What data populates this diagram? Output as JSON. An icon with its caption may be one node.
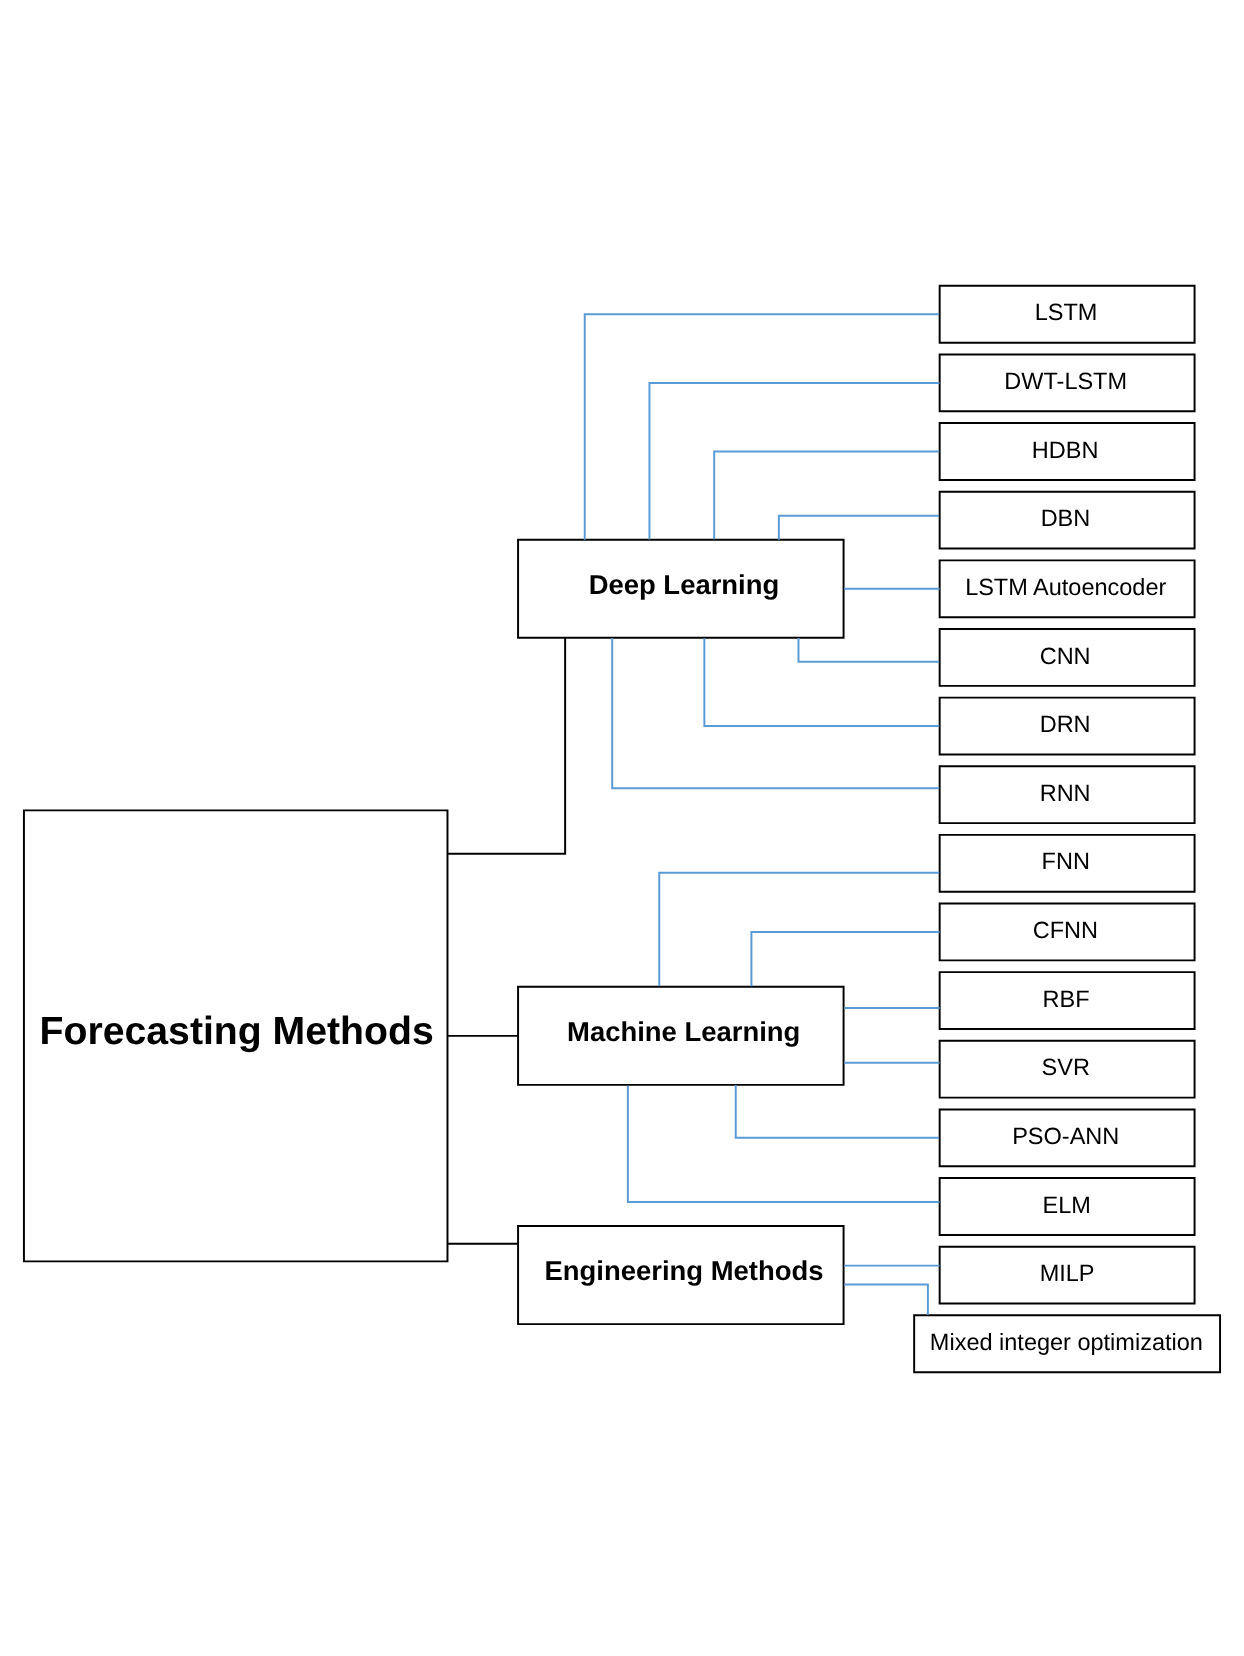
{
  "diagram": {
    "nodes": [
      {
        "text": [
          "Forecasting Methods"
        ]
      },
      {
        "text": [
          "Deep Learning"
        ]
      },
      {
        "text": [
          "LSTM"
        ]
      },
      {
        "text": [
          "DWT-LSTM"
        ]
      },
      {
        "text": [
          "HDBN"
        ]
      },
      {
        "text": [
          "DBN"
        ]
      },
      {
        "text": [
          "LSTM Autoencoder"
        ]
      },
      {
        "text": [
          "CNN"
        ]
      },
      {
        "text": [
          "DRN"
        ]
      },
      {
        "text": [
          "RNN"
        ]
      },
      {
        "text": [
          "Machine Learning"
        ]
      },
      {
        "text": [
          "FNN"
        ]
      },
      {
        "text": [
          "CFNN"
        ]
      },
      {
        "text": [
          "RBF"
        ]
      },
      {
        "text": [
          "SVR"
        ]
      },
      {
        "text": [
          "PSO-ANN"
        ]
      },
      {
        "text": [
          "ELM"
        ]
      },
      {
        "text": [
          "Engineering Methods"
        ]
      },
      {
        "text": [
          "MILP"
        ]
      },
      {
        "text": [
          "Mixed integer optimization"
        ]
      }
    ],
    "edges": [
      {
        "from": 0,
        "to": 1,
        "arrow": "none",
        "color": "#000000"
      },
      {
        "from": 1,
        "to": 2,
        "arrow": "none"
      },
      {
        "from": 1,
        "to": 3,
        "arrow": "none"
      },
      {
        "from": 1,
        "to": 4,
        "arrow": "none"
      },
      {
        "from": 1,
        "to": 5,
        "arrow": "none"
      },
      {
        "from": 1,
        "to": 6,
        "arrow": "none"
      },
      {
        "from": 1,
        "to": 7,
        "arrow": "none"
      },
      {
        "from": 1,
        "to": 8,
        "arrow": "none"
      },
      {
        "from": 1,
        "to": 9,
        "arrow": "none"
      },
      {
        "from": 0,
        "to": 10,
        "arrow": "none",
        "color": "#000000"
      },
      {
        "from": 10,
        "to": 11,
        "arrow": "none"
      },
      {
        "from": 10,
        "to": 12,
        "arrow": "none"
      },
      {
        "from": 10,
        "to": 13,
        "arrow": "none"
      },
      {
        "from": 10,
        "to": 14,
        "arrow": "none"
      },
      {
        "from": 10,
        "to": 15,
        "arrow": "none"
      },
      {
        "from": 10,
        "to": 16,
        "arrow": "none"
      },
      {
        "from": 0,
        "to": 17,
        "arrow": "none",
        "color": "#000000"
      },
      {
        "from": 17,
        "to": 18,
        "arrow": "none"
      },
      {
        "from": 17,
        "to": 19,
        "arrow": "none"
      }
    ]
  }
}
